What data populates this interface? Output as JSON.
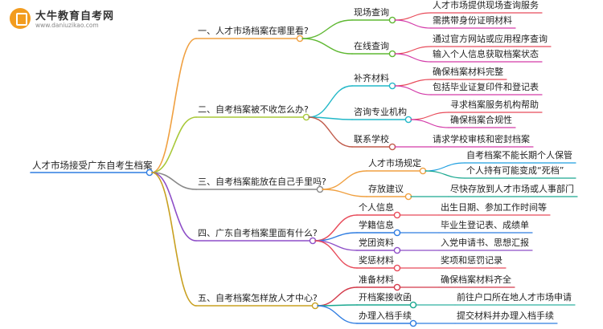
{
  "logo": {
    "title": "大牛教育自考网",
    "url": "www.daniuzikao.com"
  },
  "root": {
    "label": "人才市场接受广东自考生档案",
    "color": "#2f7de1"
  },
  "branches": [
    {
      "label": "一、人才市场档案在哪里看?",
      "color": "#f0a040",
      "children": [
        {
          "label": "现场查询",
          "color": "#5fb832",
          "children": [
            {
              "label": "人才市场提供现场查询服务",
              "color": "#e84b5a"
            },
            {
              "label": "需携带身份证明材料",
              "color": "#d33aa8"
            }
          ]
        },
        {
          "label": "在线查询",
          "color": "#5fb832",
          "children": [
            {
              "label": "通过官方网站或应用程序查询",
              "color": "#e84b5a"
            },
            {
              "label": "输入个人信息获取档案状态",
              "color": "#d33aa8"
            }
          ]
        }
      ]
    },
    {
      "label": "二、自考档案被不收怎么办?",
      "color": "#a8c838",
      "children": [
        {
          "label": "补齐材料",
          "color": "#22b8c8",
          "children": [
            {
              "label": "确保档案材料完整",
              "color": "#e84b5a"
            },
            {
              "label": "包括毕业证复印件和登记表",
              "color": "#d33aa8"
            }
          ]
        },
        {
          "label": "咨询专业机构",
          "color": "#22b8c8",
          "children": [
            {
              "label": "寻求档案服务机构帮助",
              "color": "#e84b5a"
            },
            {
              "label": "确保档案合规性",
              "color": "#d33aa8"
            }
          ]
        },
        {
          "label": "联系学校",
          "color": "#c05a4a",
          "children": [
            {
              "label": "请求学校审核和密封档案",
              "color": "#d33aa8"
            }
          ]
        }
      ]
    },
    {
      "label": "三、自考档案能放在自己手里吗?",
      "color": "#888888",
      "children": [
        {
          "label": "人才市场规定",
          "color": "#f0a040",
          "children": [
            {
              "label": "自考档案不能长期个人保管",
              "color": "#1f9fe0"
            },
            {
              "label": "个人持有可能变成“死档”",
              "color": "#1aa890"
            }
          ]
        },
        {
          "label": "存放建议",
          "color": "#f0a040",
          "children": [
            {
              "label": "尽快存放到人才市场或人事部门",
              "color": "#1aa890"
            }
          ]
        }
      ]
    },
    {
      "label": "四、广东自考档案里面有什么?",
      "color": "#8e4fc8",
      "children": [
        {
          "label": "个人信息",
          "color": "#e84b5a",
          "children": [
            {
              "label": "出生日期、参加工作时间等",
              "color": "#e84b5a"
            }
          ]
        },
        {
          "label": "学籍信息",
          "color": "#2f7de1",
          "children": [
            {
              "label": "毕业生登记表、成绩单",
              "color": "#2f7de1"
            }
          ]
        },
        {
          "label": "党团资料",
          "color": "#8e4fc8",
          "children": [
            {
              "label": "入党申请书、思想汇报",
              "color": "#8e4fc8"
            }
          ]
        },
        {
          "label": "奖惩材料",
          "color": "#e84b5a",
          "children": [
            {
              "label": "奖项和惩罚记录",
              "color": "#e84b5a"
            }
          ]
        }
      ]
    },
    {
      "label": "五、自考档案怎样放人才中心?",
      "color": "#c8a020",
      "children": [
        {
          "label": "准备材料",
          "color": "#d33a4a",
          "children": [
            {
              "label": "确保档案材料齐全",
              "color": "#d33a4a"
            }
          ]
        },
        {
          "label": "开档案接收函",
          "color": "#1aa890",
          "children": [
            {
              "label": "前往户口所在地人才市场申请",
              "color": "#2fb0a0"
            }
          ]
        },
        {
          "label": "办理入档手续",
          "color": "#2f7de1",
          "children": [
            {
              "label": "提交材料并办理入档手续",
              "color": "#2f7de1"
            }
          ]
        }
      ]
    }
  ]
}
